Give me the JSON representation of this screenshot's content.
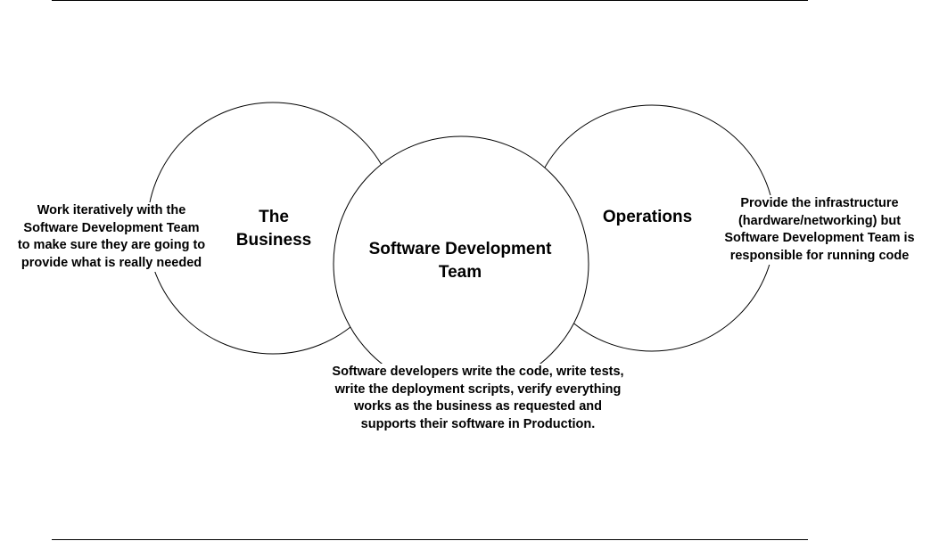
{
  "diagram": {
    "circles": [
      {
        "name": "business",
        "title": "The\nBusiness",
        "description": "Work iteratively with the\nSoftware Development Team\nto make sure they are going to\nprovide what is really needed"
      },
      {
        "name": "software-development-team",
        "title": "Software Development\nTeam",
        "description": "Software developers write the code, write tests,\nwrite the deployment scripts, verify everything\nworks as the business as requested and\nsupports their software in Production."
      },
      {
        "name": "operations",
        "title": "Operations",
        "description": "Provide the infrastructure\n(hardware/networking)  but\nSoftware Development Team is\nresponsible for running code"
      }
    ],
    "colors": {
      "stroke": "#000000",
      "background": "#ffffff"
    }
  }
}
